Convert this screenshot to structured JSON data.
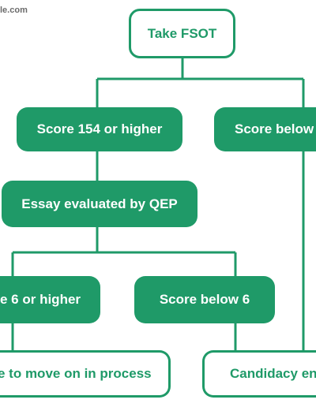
{
  "watermark": "le.com",
  "colors": {
    "accent": "#1f9a68",
    "background": "#ffffff"
  },
  "nodes": {
    "take_fsot": "Take FSOT",
    "score_154_or_higher": "Score 154 or higher",
    "score_below_154": "Score below",
    "essay_evaluated": "Essay evaluated by QEP",
    "score_6_or_higher": "e 6 or higher",
    "score_below_6": "Score below 6",
    "move_on": "e to move on in process",
    "candidacy_ends": "Candidacy en"
  }
}
